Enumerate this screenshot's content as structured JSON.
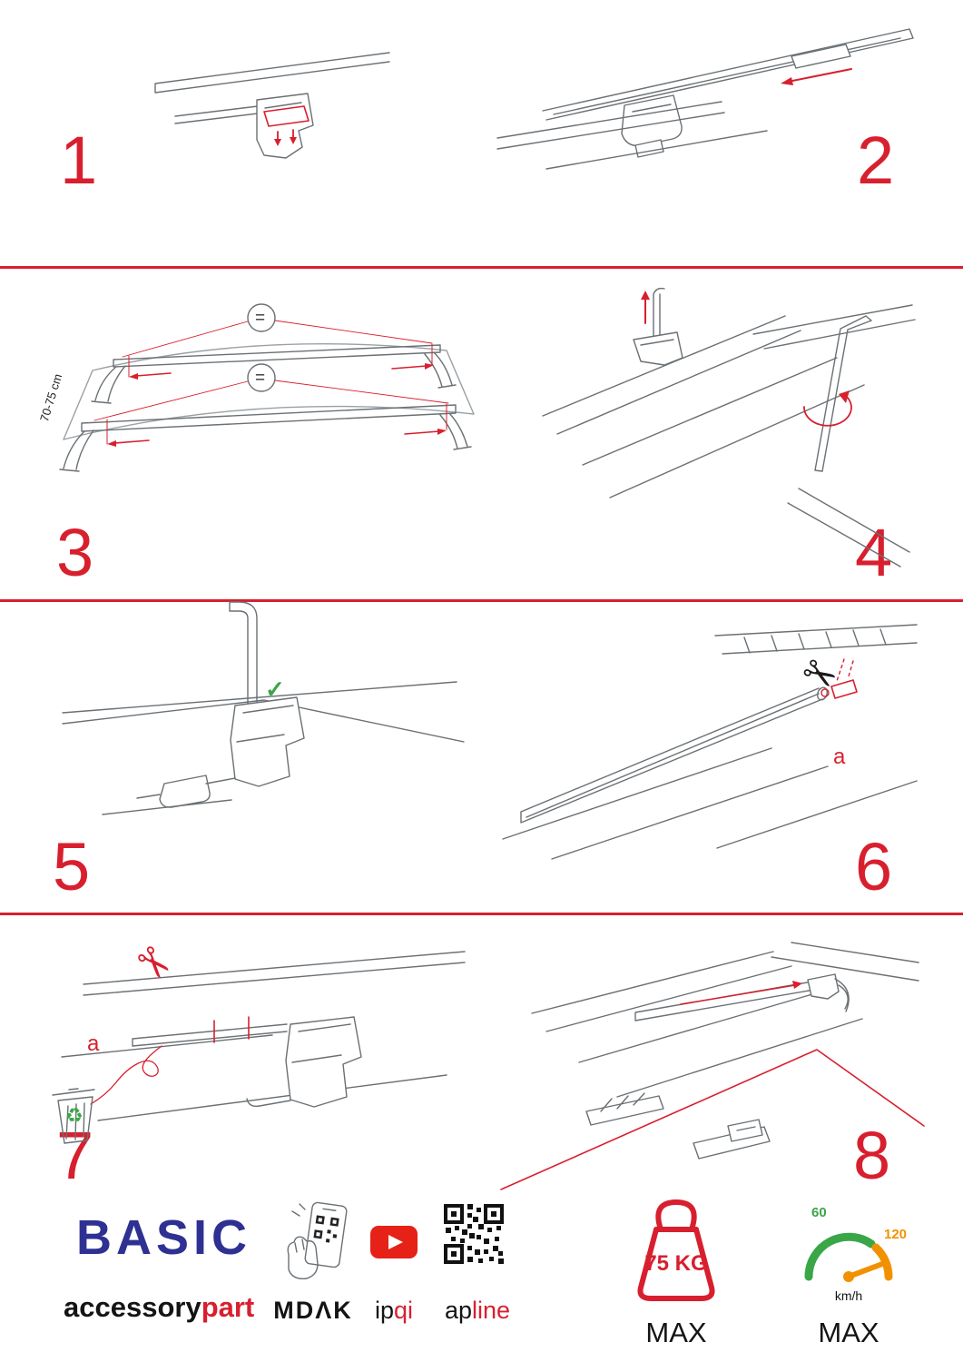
{
  "steps": [
    {
      "number": "1"
    },
    {
      "number": "2"
    },
    {
      "number": "3",
      "measurement": "70-75 cm",
      "equal": "="
    },
    {
      "number": "4"
    },
    {
      "number": "5"
    },
    {
      "number": "6",
      "label_a": "a"
    },
    {
      "number": "7",
      "label_a": "a"
    },
    {
      "number": "8"
    }
  ],
  "icons": {
    "check": "✓",
    "scissors": "✂",
    "recycle": "♻"
  },
  "footer": {
    "brand": "BASIC",
    "brand_sub": {
      "black": "accessory",
      "red": "part"
    },
    "partner_phone": "MDΛK",
    "partner_video": {
      "black": "ip",
      "red": "qi"
    },
    "partner_qr": {
      "black": "ap",
      "red": "line"
    },
    "weight": {
      "value": "75 KG",
      "max": "MAX"
    },
    "speed": {
      "low": "60",
      "high": "120",
      "unit": "km/h",
      "max": "MAX"
    }
  },
  "colors": {
    "accent_red": "#d81f2e",
    "brand_blue": "#2e3192",
    "green": "#3aa648",
    "orange": "#f29100",
    "youtube_red": "#e62117",
    "line_gray": "#6a7074"
  }
}
